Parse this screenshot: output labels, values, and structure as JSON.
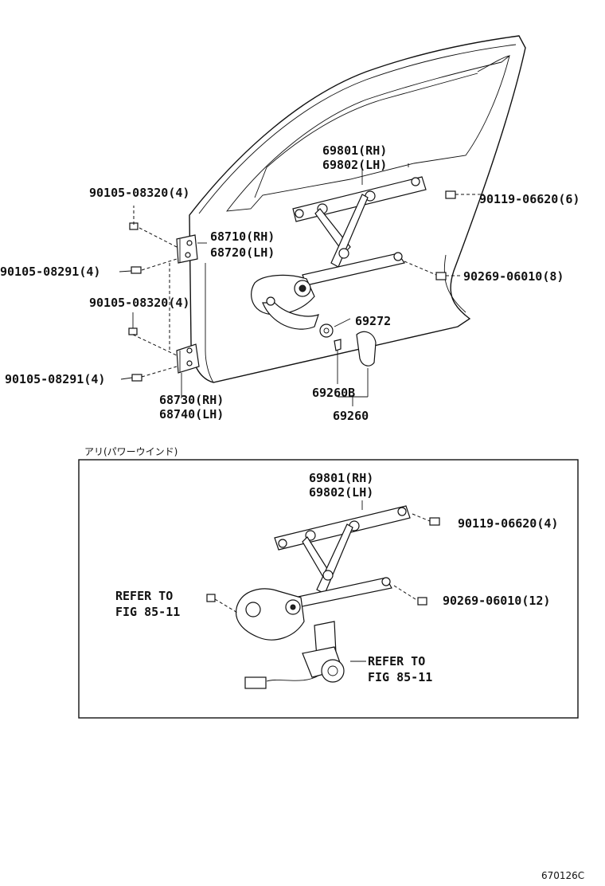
{
  "labels": {
    "p69801_rh": "69801(RH)",
    "p69802_lh": "69802(LH)",
    "p90105_08320_top": "90105-08320(4)",
    "p90119_06620_6": "90119-06620(6)",
    "p68710_rh": "68710(RH)",
    "p68720_lh": "68720(LH)",
    "p90105_08291_top": "90105-08291(4)",
    "p90269_06010_8": "90269-06010(8)",
    "p90105_08320_mid": "90105-08320(4)",
    "p69272": "69272",
    "p90105_08291_bot": "90105-08291(4)",
    "p69260b": "69260B",
    "p68730_rh": "68730(RH)",
    "p68740_lh": "68740(LH)",
    "p69260": "69260"
  },
  "inset": {
    "title": "アリ(パワーウインド)",
    "p69801_rh": "69801(RH)",
    "p69802_lh": "69802(LH)",
    "p90119_06620_4": "90119-06620(4)",
    "refer_left_1": "REFER TO",
    "refer_left_2": "FIG 85-11",
    "p90269_06010_12": "90269-06010(12)",
    "refer_right_1": "REFER TO",
    "refer_right_2": "FIG 85-11"
  },
  "figure_id": "670126C"
}
